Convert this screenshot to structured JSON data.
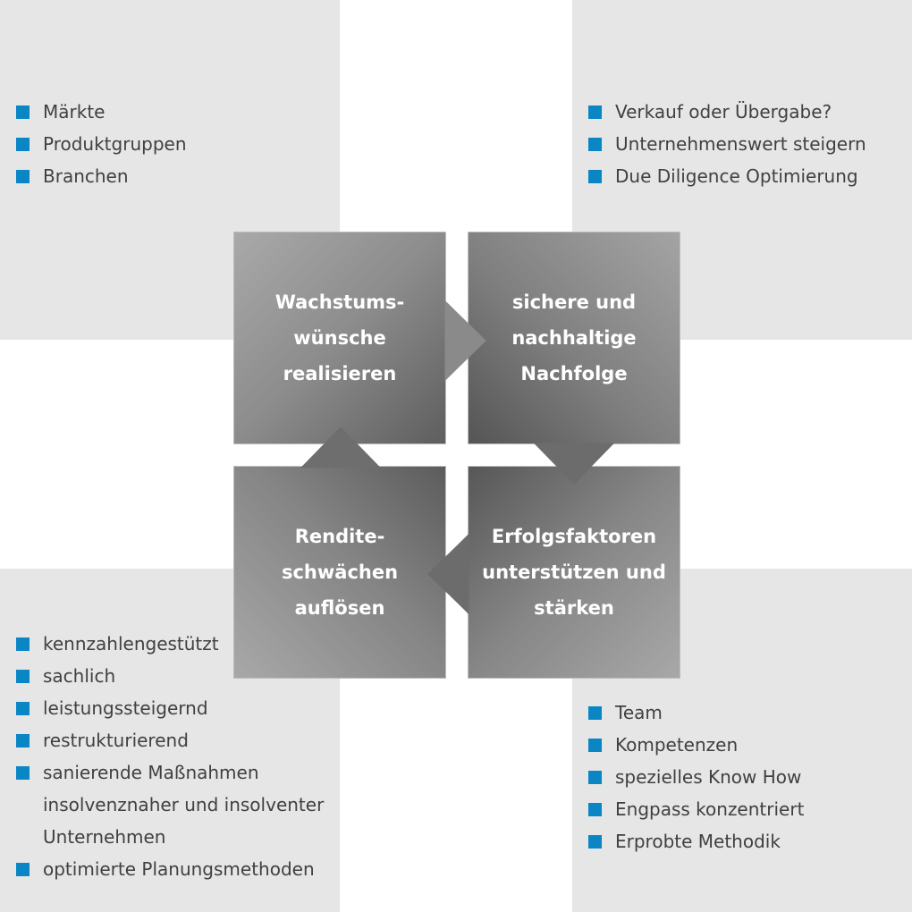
{
  "accent_color": "#0a86c4",
  "cycle": {
    "top_left": "Wachstums-\nwünsche\nrealisieren",
    "top_right": "sichere und\nnachhaltige\nNachfolge",
    "bottom_right": "Erfolgsfaktoren\nunterstützen und\nstärken",
    "bottom_left": "Rendite-\nschwächen\nauflösen"
  },
  "lists": {
    "top_left": [
      "Märkte",
      "Produktgruppen",
      "Branchen"
    ],
    "top_right": [
      "Verkauf oder Übergabe?",
      "Unternehmenswert steigern",
      "Due Diligence Optimierung"
    ],
    "bottom_left": [
      "kennzahlengestützt",
      "sachlich",
      "leistungssteigernd",
      "restrukturierend",
      "sanierende Maßnahmen insolvenznaher und insolventer Unternehmen",
      "optimierte Planungsmethoden"
    ],
    "bottom_right": [
      "Team",
      "Kompetenzen",
      "spezielles Know How",
      "Engpass konzentriert",
      "Erprobte Methodik"
    ]
  }
}
